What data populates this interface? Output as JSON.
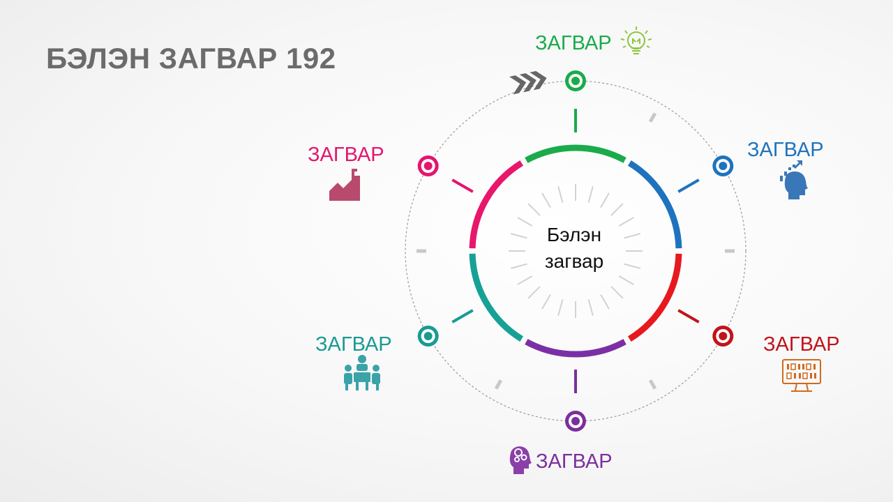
{
  "title": "БЭЛЭН ЗАГВАР 192",
  "center": {
    "line1": "Бэлэн",
    "line2": "загвар"
  },
  "nodes": [
    {
      "label": "ЗАГВАР",
      "color": "#1aab4b",
      "icon": "lightbulb-icon"
    },
    {
      "label": "ЗАГВАР",
      "color": "#1e73be",
      "icon": "head-growth-icon"
    },
    {
      "label": "ЗАГВАР",
      "color": "#c0141b",
      "icon": "computer-binary-icon"
    },
    {
      "label": "ЗАГВАР",
      "color": "#7b2f9e",
      "icon": "head-gears-icon"
    },
    {
      "label": "ЗАГВАР",
      "color": "#1a9a94",
      "icon": "meeting-icon"
    },
    {
      "label": "ЗАГВАР",
      "color": "#e3166f",
      "icon": "factory-icon"
    }
  ],
  "ring_segments": [
    {
      "color": "#1aab4b"
    },
    {
      "color": "#1e73be"
    },
    {
      "color": "#e8181f"
    },
    {
      "color": "#7b2fa5"
    },
    {
      "color": "#16a196"
    },
    {
      "color": "#e8176b"
    }
  ],
  "colors": {
    "title": "#6b6b6b",
    "arrows": "#666666",
    "tick": "#c8c8c8",
    "dashed_circle": "#9a9a9a",
    "factory_icon": "#b84a6d",
    "computer_icon": "#d06a1f"
  }
}
